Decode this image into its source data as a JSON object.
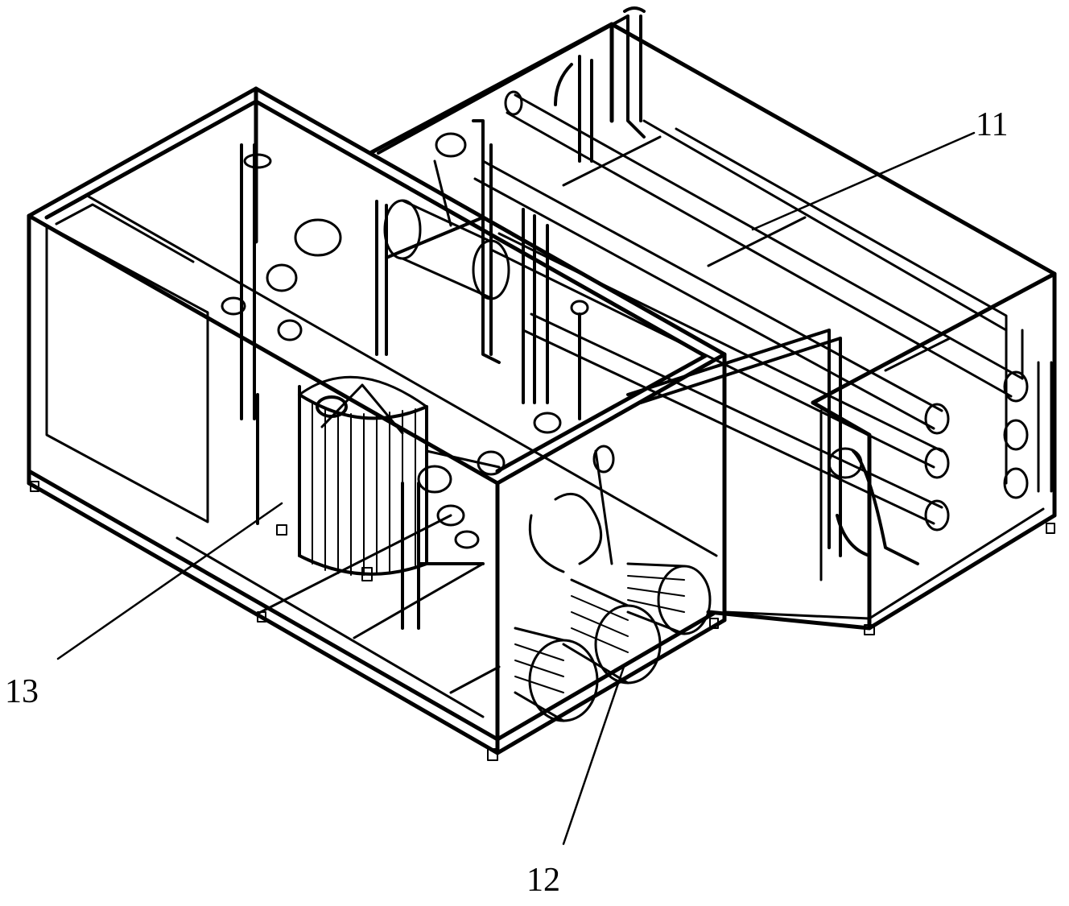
{
  "callouts": [
    {
      "id": "11",
      "label": "11"
    },
    {
      "id": "12",
      "label": "12"
    },
    {
      "id": "13",
      "label": "13"
    }
  ],
  "colors": {
    "line": "#000000",
    "background": "#ffffff",
    "shade": "#d9d9d9"
  }
}
